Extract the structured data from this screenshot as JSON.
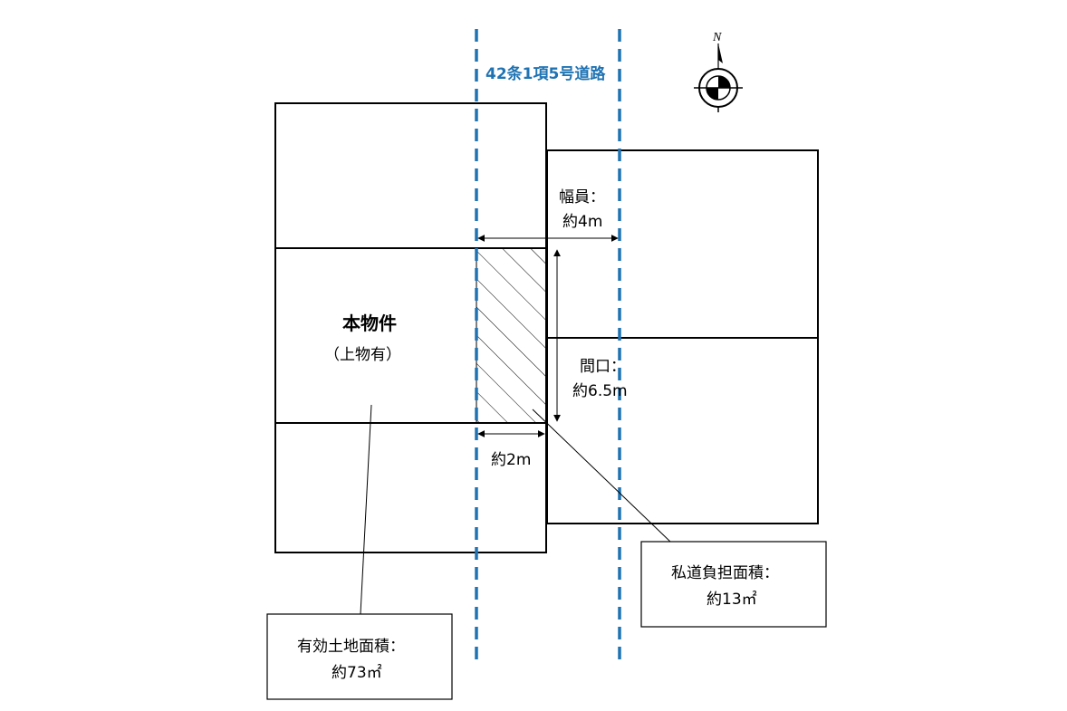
{
  "road": {
    "label": "42条1項5号道路",
    "color": "#1f73b3"
  },
  "compass": {
    "north_label": "N"
  },
  "subject": {
    "title": "本物件",
    "subtitle": "（上物有）"
  },
  "width_label": {
    "line1": "幅員：",
    "line2": "約4m"
  },
  "frontage_label": {
    "line1": "間口：",
    "line2": "約6.5m"
  },
  "setback_label": "約2m",
  "private_road_box": {
    "line1": "私道負担面積：",
    "line2": "約13㎡"
  },
  "effective_land_box": {
    "line1": "有効土地面積：",
    "line2": "約73㎡"
  }
}
